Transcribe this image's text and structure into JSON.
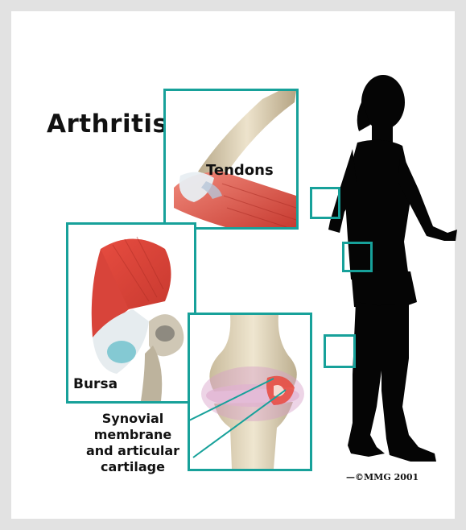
{
  "title": "Arthritis",
  "labels": {
    "tendons": "Tendons",
    "bursa": "Bursa",
    "synovial_line1": "Synovial",
    "synovial_line2": "membrane",
    "synovial_line3": "and articular",
    "synovial_line4": "cartilage"
  },
  "copyright": "—©MMG 2001",
  "colors": {
    "frame": "#17a19a",
    "muscle": "#d9453c",
    "bone": "#d9ccb0",
    "silhouette": "#050505"
  }
}
